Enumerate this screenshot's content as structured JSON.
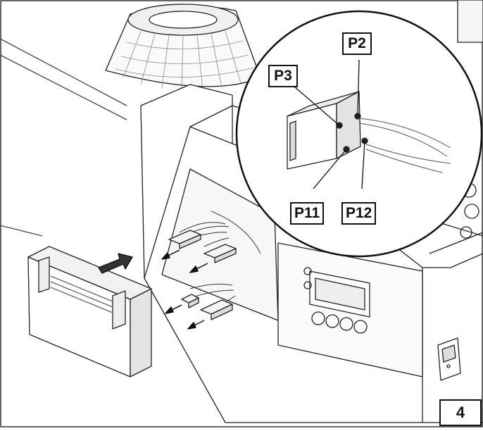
{
  "figure": {
    "step_number": "4",
    "callouts": {
      "p2": "P2",
      "p3": "P3",
      "p11": "P11",
      "p12": "P12"
    }
  }
}
